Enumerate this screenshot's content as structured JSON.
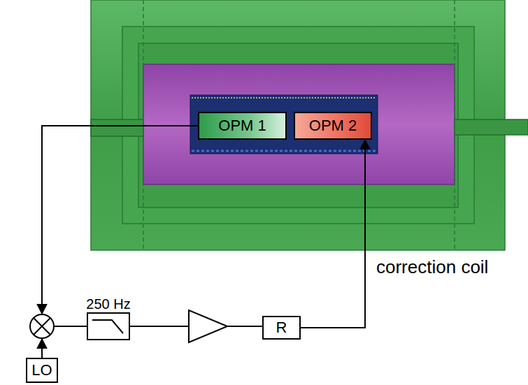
{
  "diagram": {
    "nodes": [
      {
        "text": [
          "OPM 1"
        ]
      },
      {
        "text": [
          "OPM 2"
        ]
      },
      {
        "text": [
          "R"
        ]
      },
      {
        "text": [
          "LO"
        ]
      }
    ],
    "edges": [
      {
        "from": 2,
        "to": 1,
        "arrow": "to"
      }
    ],
    "labels": [
      "250 Hz",
      "correction coil"
    ]
  }
}
